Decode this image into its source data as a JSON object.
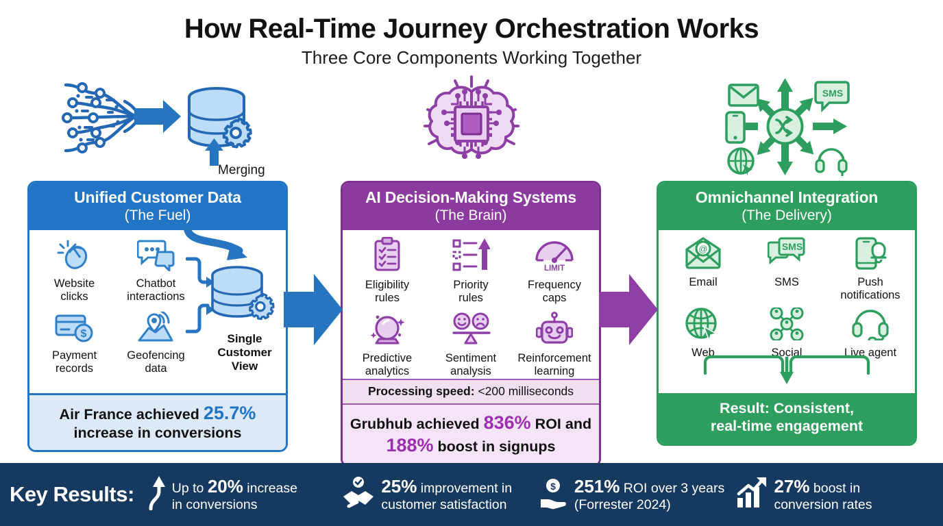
{
  "header": {
    "title": "How Real-Time Journey Orchestration Works",
    "subtitle": "Three Core Components Working Together"
  },
  "top_art": {
    "merging_label": "Merging",
    "fuel_icon": "data-streams-to-database-icon",
    "brain_icon": "ai-brain-chip-icon",
    "delivery_icon": "omnichannel-hub-icon"
  },
  "colors": {
    "blue": "#2175c4",
    "purple": "#8b3a9e",
    "green": "#2e9e5e",
    "navy": "#16395f",
    "blue_light": "#dceaf8",
    "purple_light": "#f5e4f7",
    "purple_band": "#f0e0f2"
  },
  "panels": [
    {
      "id": "fuel",
      "title": "Unified Customer Data",
      "subtitle": "(The Fuel)",
      "items": [
        {
          "label": "Website\nclicks",
          "line1": "Website",
          "line2": "clicks",
          "icon": "mouse-click-icon"
        },
        {
          "label": "Chatbot interactions",
          "line1": "Chatbot",
          "line2": "interactions",
          "icon": "chat-bubbles-icon"
        },
        {
          "label": "Payment records",
          "line1": "Payment",
          "line2": "records",
          "icon": "credit-card-dollar-icon"
        },
        {
          "label": "Geofencing data",
          "line1": "Geofencing",
          "line2": "data",
          "icon": "map-pin-signal-icon"
        }
      ],
      "output": {
        "line1": "Single",
        "line2": "Customer",
        "line3": "View",
        "icon": "database-gear-icon"
      },
      "footer_prefix": "Air France achieved ",
      "footer_stat": "25.7%",
      "footer_suffix": "increase in conversions"
    },
    {
      "id": "brain",
      "title": "AI Decision-Making Systems",
      "subtitle": "(The Brain)",
      "items": [
        {
          "line1": "Eligibility",
          "line2": "rules",
          "icon": "clipboard-checklist-icon"
        },
        {
          "line1": "Priority",
          "line2": "rules",
          "icon": "priority-list-arrow-icon"
        },
        {
          "line1": "Frequency",
          "line2": "caps",
          "icon": "gauge-limit-icon",
          "icon_text": "LIMIT"
        },
        {
          "line1": "Predictive",
          "line2": "analytics",
          "icon": "crystal-ball-icon"
        },
        {
          "line1": "Sentiment",
          "line2": "analysis",
          "icon": "sentiment-balance-icon"
        },
        {
          "line1": "Reinforcement",
          "line2": "learning",
          "icon": "robot-icon"
        }
      ],
      "speed_label": "Processing speed:",
      "speed_value": "<200 milliseconds",
      "footer_prefix": "Grubhub achieved ",
      "footer_stat1": "836%",
      "footer_mid": " ROI and ",
      "footer_stat2": "188%",
      "footer_suffix": " boost in signups"
    },
    {
      "id": "deliver",
      "title": "Omnichannel Integration",
      "subtitle": "(The Delivery)",
      "items": [
        {
          "line1": "Email",
          "line2": "",
          "icon": "email-envelope-at-icon"
        },
        {
          "line1": "SMS",
          "line2": "",
          "icon": "sms-bubble-icon"
        },
        {
          "line1": "Push",
          "line2": "notifications",
          "icon": "phone-bell-icon"
        },
        {
          "line1": "Web",
          "line2": "",
          "icon": "globe-cursor-icon"
        },
        {
          "line1": "Social",
          "line2": "",
          "icon": "social-network-icon"
        },
        {
          "line1": "Live agent",
          "line2": "",
          "icon": "headset-icon"
        }
      ],
      "footer_line1": "Result: Consistent,",
      "footer_line2": "real-time engagement"
    }
  ],
  "flow_arrows": [
    {
      "name": "arrow-fuel-to-brain",
      "color": "#2175c4"
    },
    {
      "name": "arrow-brain-to-delivery",
      "color": "#8b3a9e"
    }
  ],
  "footer": {
    "title": "Key Results:",
    "items": [
      {
        "icon": "up-arrow-icon",
        "big": "20%",
        "pre": "Up to ",
        "post": " increase",
        "line2": "in conversions"
      },
      {
        "icon": "handshake-check-icon",
        "big": "25%",
        "pre": "",
        "post": " improvement in",
        "line2": "customer satisfaction"
      },
      {
        "icon": "hand-dollar-icon",
        "big": "251%",
        "pre": "",
        "post": " ROI over 3 years",
        "line2": "(Forrester 2024)"
      },
      {
        "icon": "growth-chart-icon",
        "big": "27%",
        "pre": "",
        "post": " boost in",
        "line2": "conversion rates"
      }
    ]
  }
}
